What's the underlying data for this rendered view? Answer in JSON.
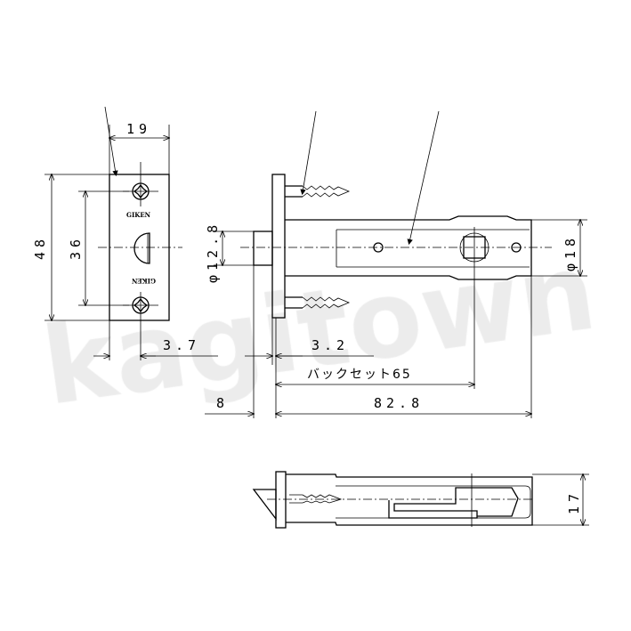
{
  "watermark": "kagitown",
  "faceplate": {
    "brand_top": "GIKEN",
    "brand_bottom": "GIKEN"
  },
  "dimensions": {
    "plate_width": "19",
    "plate_height": "48",
    "screw_pitch": "36",
    "plate_offset": "3.7",
    "faceplate_thickness": "3.2",
    "latch_diameter": "φ12.8",
    "case_diameter": "φ18",
    "backset": "バックセット65",
    "latch_projection": "8",
    "overall_length": "82.8",
    "case_thickness": "17"
  }
}
